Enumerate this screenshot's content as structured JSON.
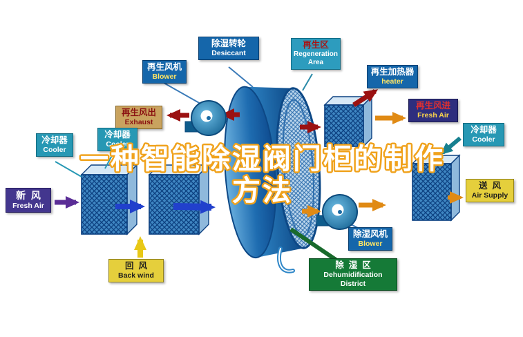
{
  "title": {
    "line1": "一种智能除湿阀门柜的制作",
    "line2": "方法"
  },
  "labels": {
    "desiccant": {
      "zh": "除湿转轮",
      "en": "Desiccant"
    },
    "regeneration_area": {
      "zh": "再生区",
      "en": "Regeneration Area"
    },
    "regen_blower": {
      "zh": "再生风机",
      "en": "Blower"
    },
    "regen_heater": {
      "zh": "再生加热器",
      "en": "heater"
    },
    "exhaust": {
      "zh": "再生风出",
      "en": "Exhaust"
    },
    "regen_fresh_air": {
      "zh": "再生风进",
      "en": "Fresh Air"
    },
    "cooler_left": {
      "zh": "冷却器",
      "en": "Cooler"
    },
    "cooler_mid": {
      "zh": "冷却器",
      "en": "Cooler"
    },
    "cooler_right": {
      "zh": "冷却器",
      "en": "Cooler"
    },
    "fresh_air": {
      "zh": "新  风",
      "en": "Fresh Air"
    },
    "back_wind": {
      "zh": "回  风",
      "en": "Back wind"
    },
    "dehumid_blower": {
      "zh": "除湿风机",
      "en": "Blower"
    },
    "dehumid_district": {
      "zh": "除  湿  区",
      "en_line1": "Dehumidification",
      "en_line2": "District"
    },
    "air_supply": {
      "zh": "送  风",
      "en": "Air Supply"
    }
  },
  "colors": {
    "label_blue": "#1566aa",
    "label_teal": "#2798b4",
    "label_cyan": "#2d9cbe",
    "label_tan": "#c9a35f",
    "label_navy": "#2e2e7e",
    "label_purple": "#43368e",
    "label_yellow": "#e5cf3c",
    "label_green": "#157a37",
    "arrow_darkred": "#9b1111",
    "arrow_orange": "#e08a14",
    "arrow_blue": "#2140cc",
    "arrow_yellow": "#e8c816",
    "arrow_purple": "#5a2d96",
    "arrow_teal": "#178090",
    "title_fill": "#ffffff",
    "title_outline": "#f0a21c"
  }
}
